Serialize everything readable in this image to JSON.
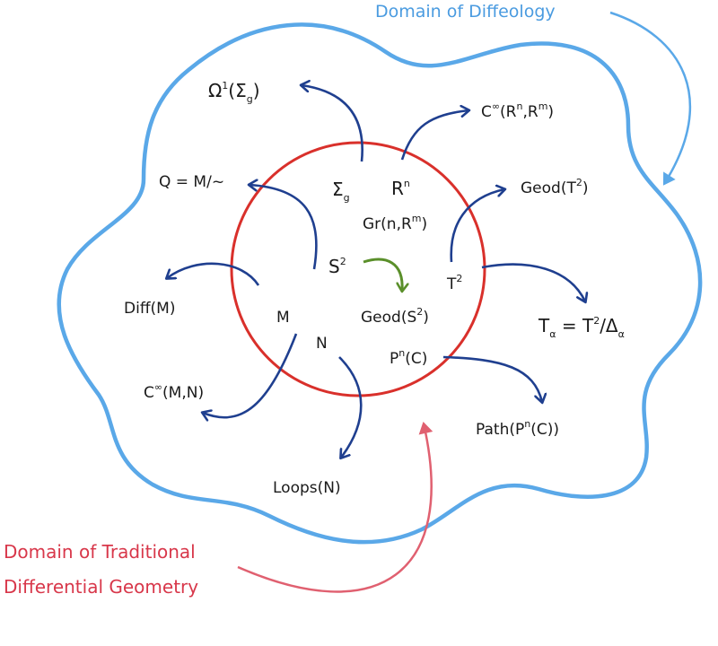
{
  "domains": {
    "outer_label": "Domain of Diffeology",
    "inner_label_line1": "Domain of Traditional",
    "inner_label_line2": "Differential Geometry"
  },
  "inner_objects": {
    "sigma_g": "Σ",
    "sigma_g_sub": "g",
    "rn": "R",
    "rn_sup": "n",
    "gr": "Gr(n,R",
    "gr_sup": "m",
    "gr_close": ")",
    "s2": "S",
    "s2_sup": "2",
    "t2": "T",
    "t2_sup": "2",
    "m": "M",
    "geod_s2": "Geod(S",
    "geod_s2_sup": "2",
    "geod_s2_close": ")",
    "n": "N",
    "pn": "P",
    "pn_sup": "n",
    "pn_close": "(C)"
  },
  "outer_objects": {
    "omega": "Ω",
    "omega_sup": "1",
    "omega_arg": "(Σ",
    "omega_sub": "g",
    "omega_close": ")",
    "cinf_rn": "C",
    "cinf_rn_sup": "∞",
    "cinf_rn_arg": "(R",
    "cinf_rn_sup2": "n",
    "cinf_rn_mid": ",R",
    "cinf_rn_sup3": "m",
    "cinf_rn_close": ")",
    "quotient": "Q = M/~",
    "geod_t2": "Geod(T",
    "geod_t2_sup": "2",
    "geod_t2_close": ")",
    "diff": "Diff(M)",
    "t_alpha": "T",
    "t_alpha_sub": "α",
    "t_alpha_eq": " = T",
    "t_alpha_sup": "2",
    "t_alpha_slash": "/Δ",
    "t_alpha_sub2": "α",
    "cinf_mn": "C",
    "cinf_mn_sup": "∞",
    "cinf_mn_arg": "(M,N)",
    "path": "Path(P",
    "path_sup": "n",
    "path_close": "(C))",
    "loops": "Loops(N)"
  },
  "colors": {
    "outer_boundary": "#5aa8e8",
    "inner_circle": "#d9302b",
    "arrow": "#1f3f8f",
    "green_arrow": "#5a8f2a",
    "red_arrow": "#e06070"
  }
}
